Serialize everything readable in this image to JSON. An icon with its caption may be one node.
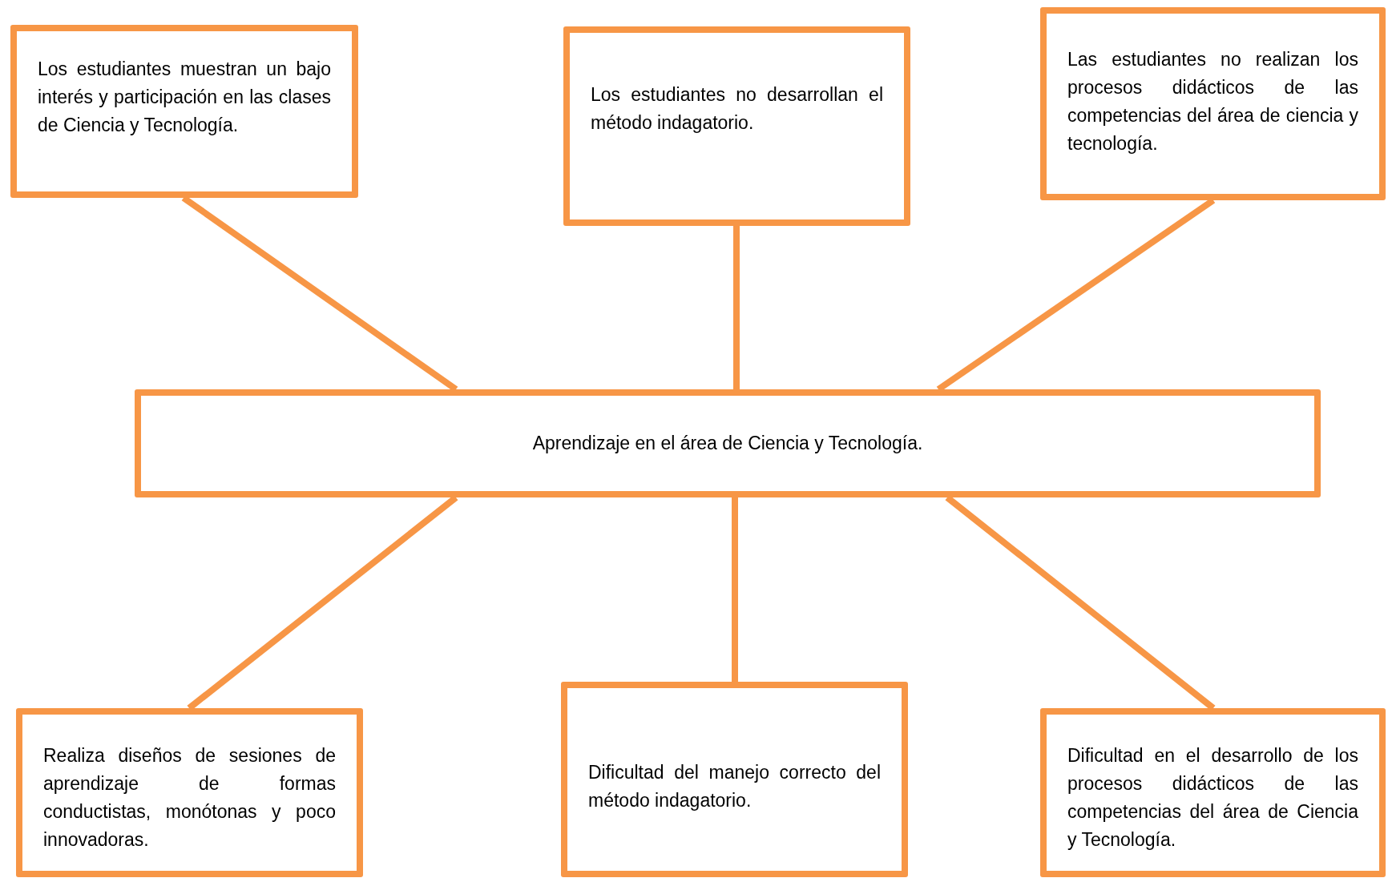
{
  "diagram": {
    "nodes": [
      {
        "text": [
          "Los estudiantes muestran un bajo interés y participación en las clases de Ciencia y Tecnología."
        ]
      },
      {
        "text": [
          "Los estudiantes no desarrollan el método indagatorio."
        ]
      },
      {
        "text": [
          "Las estudiantes no realizan los procesos didácticos de las competencias del área de ciencia y tecnología."
        ]
      },
      {
        "text": [
          "Aprendizaje en el área de Ciencia y Tecnología."
        ]
      },
      {
        "text": [
          "Realiza diseños de sesiones de aprendizaje de formas conductistas, monótonas y poco innovadoras."
        ]
      },
      {
        "text": [
          "Dificultad del manejo correcto del método indagatorio."
        ]
      },
      {
        "text": [
          "Dificultad en el desarrollo de los procesos didácticos de las competencias del área de Ciencia y Tecnología."
        ]
      }
    ],
    "edges": [
      {
        "from": 0,
        "to": 3,
        "arrow": "none"
      },
      {
        "from": 1,
        "to": 3,
        "arrow": "none"
      },
      {
        "from": 2,
        "to": 3,
        "arrow": "none"
      },
      {
        "from": 3,
        "to": 4,
        "arrow": "none"
      },
      {
        "from": 3,
        "to": 5,
        "arrow": "none"
      },
      {
        "from": 3,
        "to": 6,
        "arrow": "none"
      }
    ]
  }
}
